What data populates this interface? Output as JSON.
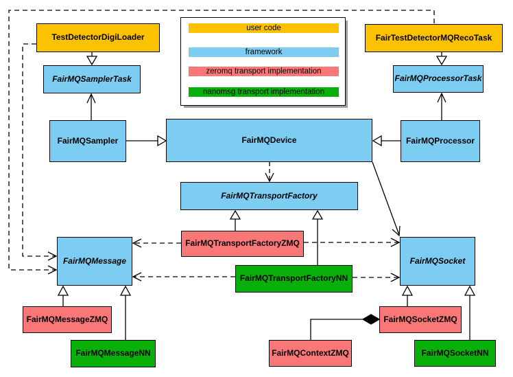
{
  "legend": {
    "items": [
      {
        "label": "user code",
        "category": "user_code"
      },
      {
        "label": "framework",
        "category": "framework"
      },
      {
        "label": "zeromq transport implementation",
        "category": "zeromq"
      },
      {
        "label": "nanomsg transport implementation",
        "category": "nanomsg"
      }
    ]
  },
  "colors": {
    "user_code": "#FCC200",
    "framework": "#7DCDF2",
    "zeromq": "#F97777",
    "nanomsg": "#0AB00A",
    "border": "#000000",
    "background": "#FFFFFF",
    "shadow": "#9E9E9E"
  },
  "nodes": {
    "test_detector_digi_loader": {
      "label": "TestDetectorDigiLoader",
      "category": "user_code",
      "abstract": false
    },
    "fair_test_detector_mqrecotask": {
      "label": "FairTestDetectorMQRecoTask",
      "category": "user_code",
      "abstract": false
    },
    "fairmq_sampler_task": {
      "label": "FairMQSamplerTask",
      "category": "framework",
      "abstract": true
    },
    "fairmq_processor_task": {
      "label": "FairMQProcessorTask",
      "category": "framework",
      "abstract": true
    },
    "fairmq_sampler": {
      "label": "FairMQSampler",
      "category": "framework",
      "abstract": false
    },
    "fairmq_device": {
      "label": "FairMQDevice",
      "category": "framework",
      "abstract": false
    },
    "fairmq_processor": {
      "label": "FairMQProcessor",
      "category": "framework",
      "abstract": false
    },
    "fairmq_transport_factory": {
      "label": "FairMQTransportFactory",
      "category": "framework",
      "abstract": true
    },
    "fairmq_transport_factory_zmq": {
      "label": "FairMQTransportFactoryZMQ",
      "category": "zeromq",
      "abstract": false
    },
    "fairmq_transport_factory_nn": {
      "label": "FairMQTransportFactoryNN",
      "category": "nanomsg",
      "abstract": false
    },
    "fairmq_message": {
      "label": "FairMQMessage",
      "category": "framework",
      "abstract": true
    },
    "fairmq_socket": {
      "label": "FairMQSocket",
      "category": "framework",
      "abstract": true
    },
    "fairmq_message_zmq": {
      "label": "FairMQMessageZMQ",
      "category": "zeromq",
      "abstract": false
    },
    "fairmq_message_nn": {
      "label": "FairMQMessageNN",
      "category": "nanomsg",
      "abstract": false
    },
    "fairmq_context_zmq": {
      "label": "FairMQContextZMQ",
      "category": "zeromq",
      "abstract": false
    },
    "fairmq_socket_zmq": {
      "label": "FairMQSocketZMQ",
      "category": "zeromq",
      "abstract": false
    },
    "fairmq_socket_nn": {
      "label": "FairMQSocketNN",
      "category": "nanomsg",
      "abstract": false
    }
  },
  "edges": [
    {
      "from": "TestDetectorDigiLoader",
      "to": "FairMQSamplerTask",
      "type": "inheritance"
    },
    {
      "from": "FairTestDetectorMQRecoTask",
      "to": "FairMQProcessorTask",
      "type": "inheritance"
    },
    {
      "from": "FairMQSampler",
      "to": "FairMQDevice",
      "type": "inheritance"
    },
    {
      "from": "FairMQProcessor",
      "to": "FairMQDevice",
      "type": "inheritance"
    },
    {
      "from": "FairMQSampler",
      "to": "FairMQSamplerTask",
      "type": "association"
    },
    {
      "from": "FairMQProcessor",
      "to": "FairMQProcessorTask",
      "type": "association"
    },
    {
      "from": "FairMQDevice",
      "to": "FairMQTransportFactory",
      "type": "dependency"
    },
    {
      "from": "FairMQDevice",
      "to": "FairMQSocket",
      "type": "association"
    },
    {
      "from": "FairMQTransportFactoryZMQ",
      "to": "FairMQTransportFactory",
      "type": "inheritance"
    },
    {
      "from": "FairMQTransportFactoryNN",
      "to": "FairMQTransportFactory",
      "type": "inheritance"
    },
    {
      "from": "FairMQTransportFactoryZMQ",
      "to": "FairMQMessage",
      "type": "dependency"
    },
    {
      "from": "FairMQTransportFactoryZMQ",
      "to": "FairMQSocket",
      "type": "dependency"
    },
    {
      "from": "FairMQTransportFactoryNN",
      "to": "FairMQMessage",
      "type": "dependency"
    },
    {
      "from": "FairMQTransportFactoryNN",
      "to": "FairMQSocket",
      "type": "dependency"
    },
    {
      "from": "TestDetectorDigiLoader",
      "to": "FairMQMessage",
      "type": "dependency"
    },
    {
      "from": "FairTestDetectorMQRecoTask",
      "to": "FairMQMessage",
      "type": "dependency"
    },
    {
      "from": "FairMQMessageZMQ",
      "to": "FairMQMessage",
      "type": "inheritance"
    },
    {
      "from": "FairMQMessageNN",
      "to": "FairMQMessage",
      "type": "inheritance"
    },
    {
      "from": "FairMQSocketZMQ",
      "to": "FairMQSocket",
      "type": "inheritance"
    },
    {
      "from": "FairMQSocketNN",
      "to": "FairMQSocket",
      "type": "inheritance"
    },
    {
      "from": "FairMQContextZMQ",
      "to": "FairMQSocketZMQ",
      "type": "composition"
    }
  ]
}
